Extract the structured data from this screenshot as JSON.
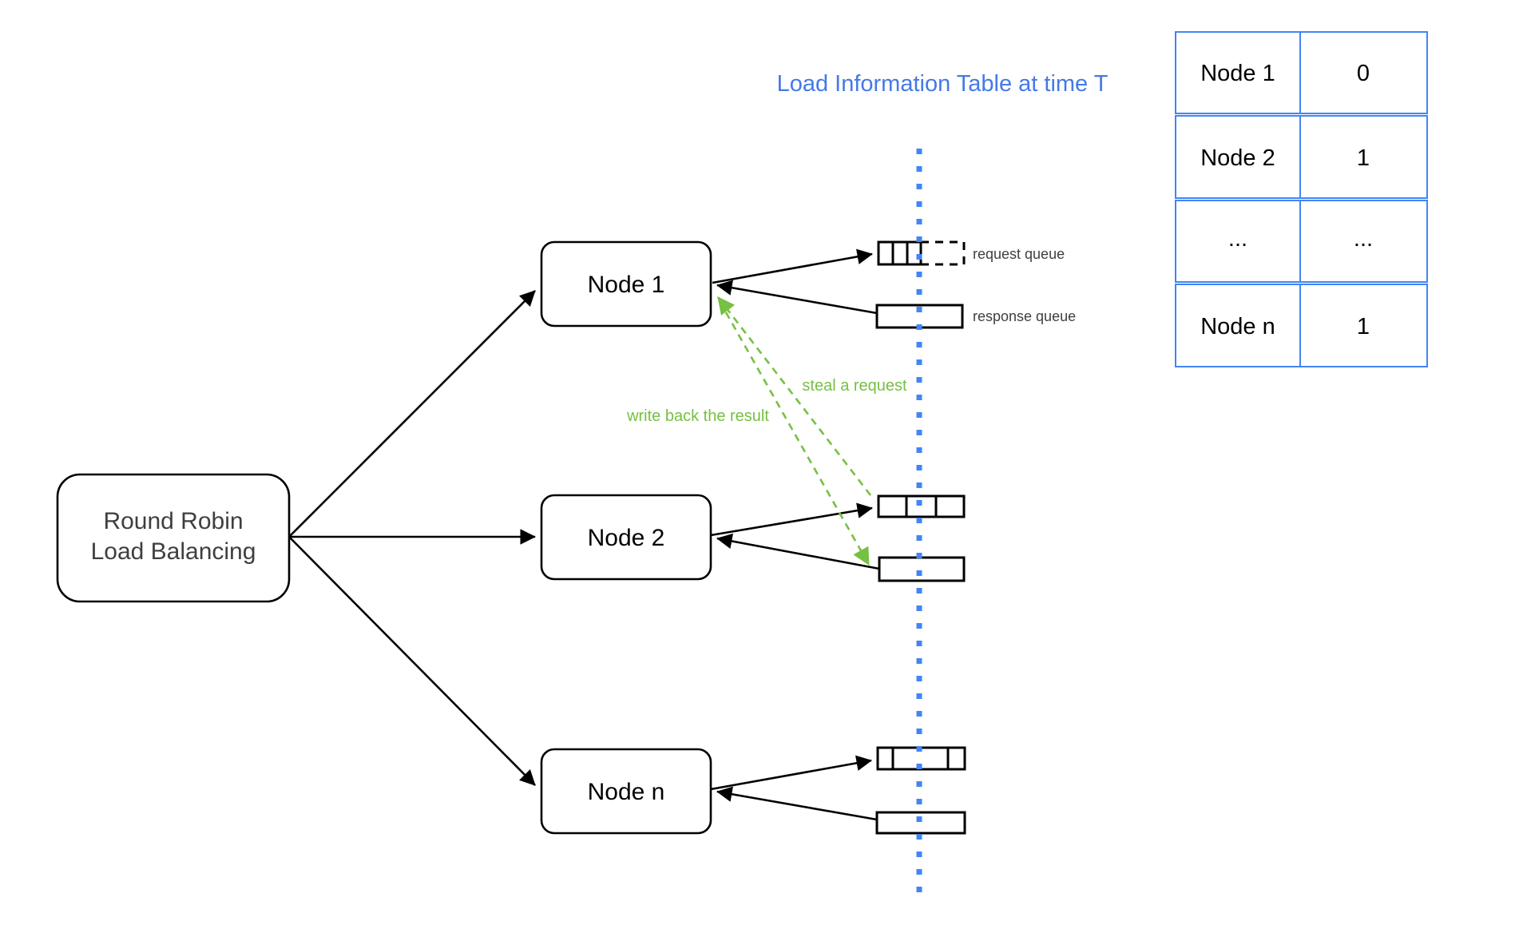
{
  "title": {
    "text": "Load Information Table at time T"
  },
  "load_balancer": {
    "line1": "Round Robin",
    "line2": "Load Balancing"
  },
  "nodes": [
    {
      "label": "Node 1"
    },
    {
      "label": "Node 2"
    },
    {
      "label": "Node n"
    }
  ],
  "queue_labels": {
    "request": "request queue",
    "response": "response queue"
  },
  "annotations": {
    "steal": "steal a request",
    "write_back": "write back the result"
  },
  "load_table": {
    "rows": [
      {
        "node": "Node 1",
        "load": "0"
      },
      {
        "node": "Node 2",
        "load": "1"
      },
      {
        "node": "...",
        "load": "..."
      },
      {
        "node": "Node n",
        "load": "1"
      }
    ]
  },
  "colors": {
    "accent_blue": "#4285F4",
    "title_blue": "#4479E8",
    "annotation_green": "#76C043",
    "line_black": "#000000",
    "text_gray": "#3F3F3F"
  }
}
